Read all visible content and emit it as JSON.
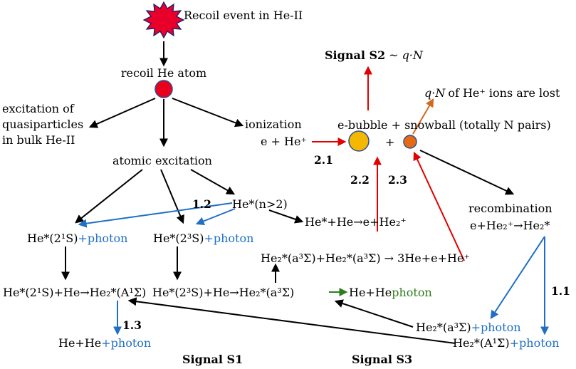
{
  "colors": {
    "black": "#000000",
    "blue": "#1F6FC5",
    "red": "#E00000",
    "green": "#2E7D1E",
    "orange": "#D2691E",
    "burst": "#E8002A",
    "recoil_atom": "#E8001C",
    "ebubble": "#F5B800",
    "snowball": "#E66A14",
    "circle_edge": "#2F4F8F"
  },
  "icons": {
    "recoil_event": "starburst-icon",
    "recoil_atom": "red-circle",
    "ebubble": "yellow-circle",
    "snowball": "orange-circle"
  },
  "nodes": {
    "recoil_event": "Recoil event in He-II",
    "recoil_atom": "recoil He atom",
    "quasi_1": "excitation of",
    "quasi_2": "quasiparticles",
    "quasi_3": "in bulk He-II",
    "ionization": "ionization",
    "e_he_plus": "e + He⁺",
    "bubble_pair": "e-bubble + snowball (totally N pairs)",
    "plus": "+",
    "atomic": "atomic excitation",
    "he_n2": "He*(n>2)",
    "he_n2_reaction": "He*+He→e+He₂⁺",
    "he21s": "He*(2¹S)",
    "he23s": "He*(2³S)",
    "photon": "+photon",
    "recomb": "recombination",
    "recomb_eq": "e+He₂⁺→He₂*",
    "penning": "He₂*(a³Σ)+He₂*(a³Σ) → 3He+e+He⁺",
    "he21s_he": "He*(2¹S)+He→He₂*(A¹Σ)",
    "he23s_he": "He*(2³S)+He→He₂*(a³Σ)",
    "he_he": "He+He",
    "photon_green": "photon",
    "he_he2": "He+He",
    "photon_s1": "+photon",
    "he2_a3_prefix": "He₂*(a³Σ)",
    "he2_A1_prefix": "He₂*(A¹Σ)"
  },
  "signals": {
    "s1": "Signal S1",
    "s3": "Signal S3",
    "s2": "Signal S2",
    "s2_rel": "~",
    "s2_formula": "q·N",
    "lost_formula": "q·N",
    "lost_text": "of He⁺ ions are lost"
  },
  "labels": {
    "l12": "1.2",
    "l13": "1.3",
    "l11": "1.1",
    "l21": "2.1",
    "l22": "2.2",
    "l23": "2.3"
  }
}
